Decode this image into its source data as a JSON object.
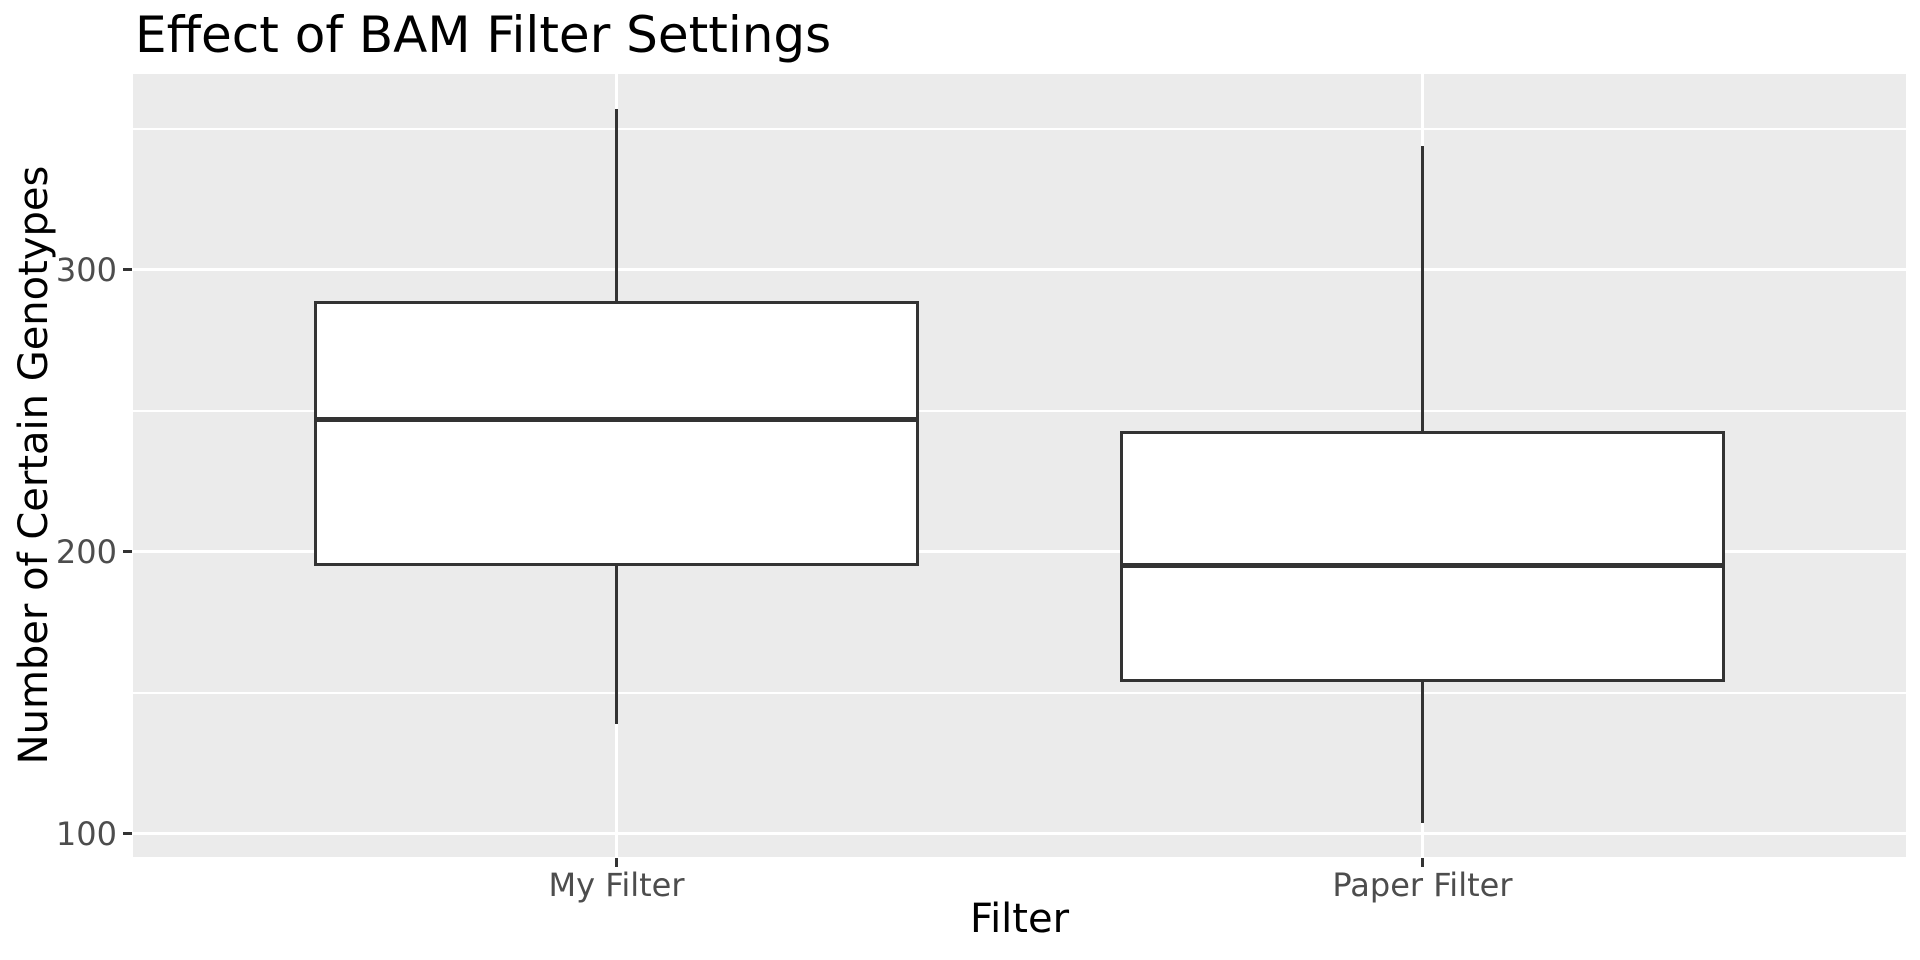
{
  "chart_data": {
    "type": "boxplot",
    "title": "Effect of BAM Filter Settings",
    "xlabel": "Filter",
    "ylabel": "Number of Certain Genotypes",
    "categories": [
      "My Filter",
      "Paper Filter"
    ],
    "series": [
      {
        "name": "My Filter",
        "min": 139,
        "q1": 195,
        "median": 247,
        "q3": 289,
        "max": 357
      },
      {
        "name": "Paper Filter",
        "min": 104,
        "q1": 154,
        "median": 195,
        "q3": 243,
        "max": 344
      }
    ],
    "y_ticks": [
      100,
      200,
      300
    ],
    "y_minor_ticks": [
      150,
      250,
      350
    ],
    "ylim": [
      91.8,
      369.4
    ],
    "grid": true,
    "legend": false,
    "colors": {
      "panel_bg": "#EBEBEB",
      "grid_major": "#FFFFFF",
      "grid_minor": "#FFFFFF",
      "box_fill": "#FFFFFF",
      "box_border": "#333333",
      "whisker": "#333333",
      "median": "#333333",
      "tick_text": "#4D4D4D",
      "tick_mark": "#333333",
      "title_text": "#000000"
    }
  }
}
